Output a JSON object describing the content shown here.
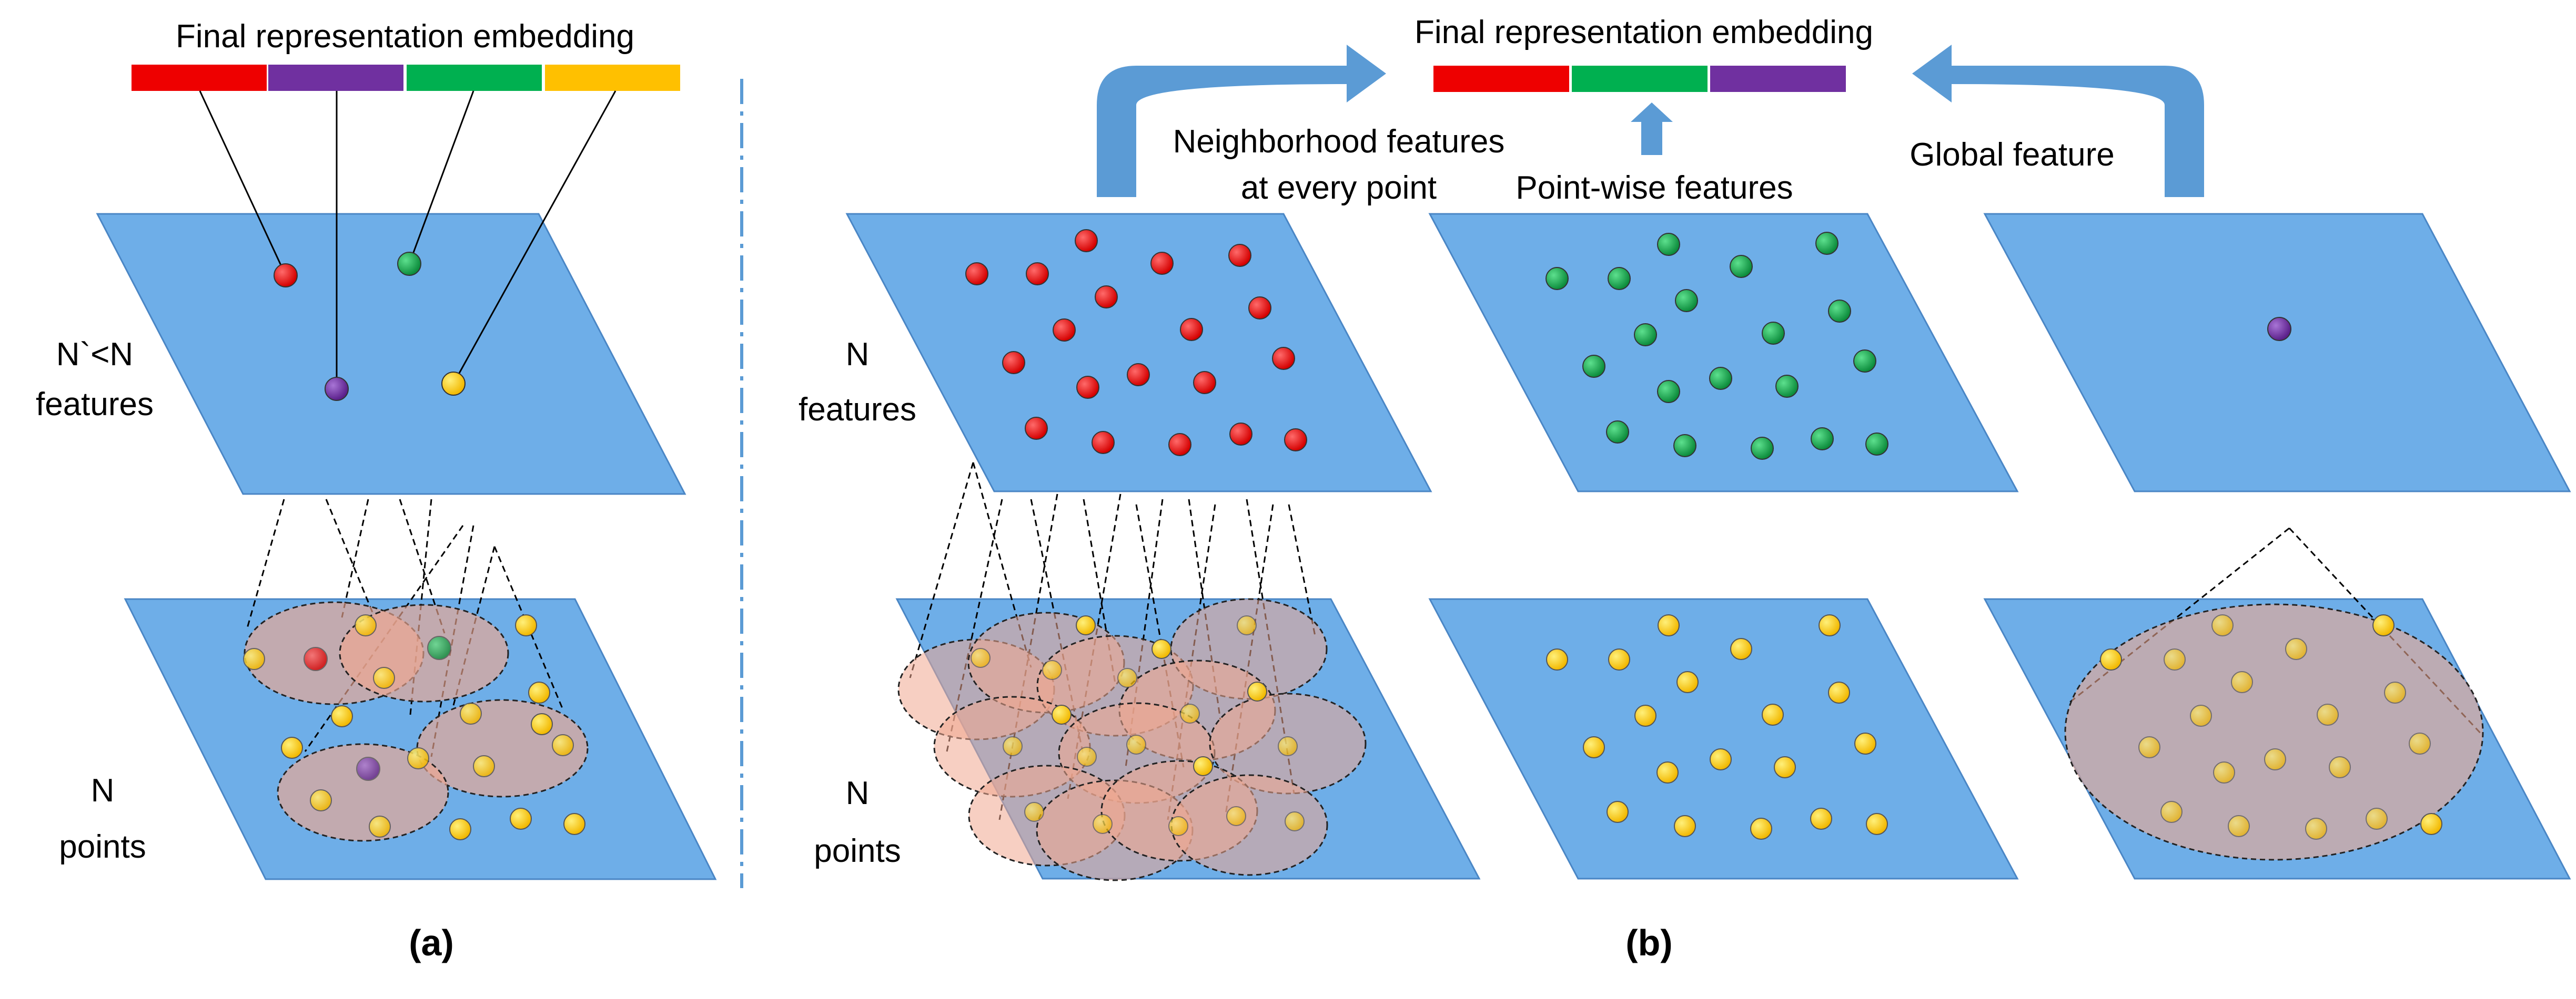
{
  "panel_a": {
    "embedding_title": "Final representation embedding",
    "embedding_colors": [
      "#ee0000",
      "#7030a0",
      "#00b050",
      "#ffc000"
    ],
    "upper_label": [
      "N`<N",
      "features"
    ],
    "lower_label": [
      "N",
      "points"
    ],
    "caption": "(a)"
  },
  "panel_b": {
    "embedding_title": "Final representation embedding",
    "embedding_colors": [
      "#ee0000",
      "#00b050",
      "#7030a0"
    ],
    "upper_label": [
      "N",
      "features"
    ],
    "lower_label": [
      "N",
      "points"
    ],
    "neighborhood_label": [
      "Neighborhood features",
      "at every point"
    ],
    "pointwise_label": "Point-wise features",
    "global_label": "Global feature",
    "caption": "(b)"
  },
  "colors": {
    "plane": "#6eaee8",
    "plane_edge": "#4a86c5",
    "arrow": "#5b9bd5",
    "red_point": "#ee1111",
    "green_point": "#1aa850",
    "yellow_point": "#ffd000",
    "purple_point": "#7030a0",
    "neighborhood_fill": "#f0a890"
  }
}
